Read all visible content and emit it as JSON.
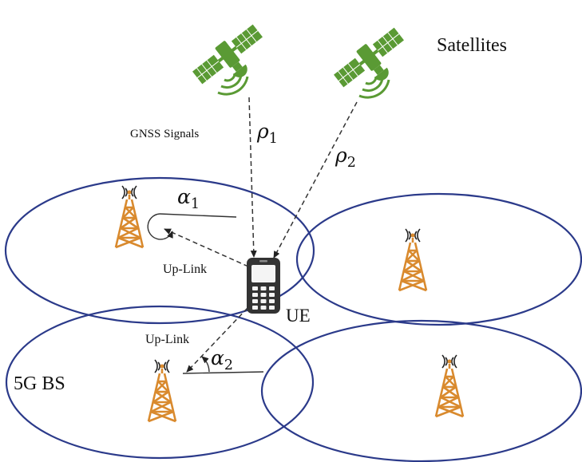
{
  "labels": {
    "satellites": "Satellites",
    "gnss": "GNSS Signals",
    "rho1": "ρ",
    "rho1_sub": "1",
    "rho2": "ρ",
    "rho2_sub": "2",
    "alpha1": "α",
    "alpha1_sub": "1",
    "alpha2": "α",
    "alpha2_sub": "2",
    "uplink1": "Up-Link",
    "uplink2": "Up-Link",
    "ue": "UE",
    "bs": "5G BS"
  },
  "colors": {
    "satellite": "#5a9a34",
    "tower": "#d98a2e",
    "cell": "#2b3a8a",
    "line": "#333333",
    "phone": "#333333"
  },
  "icons": {
    "satellite": "satellite-icon",
    "tower": "cell-tower-icon",
    "phone": "mobile-phone-icon"
  }
}
